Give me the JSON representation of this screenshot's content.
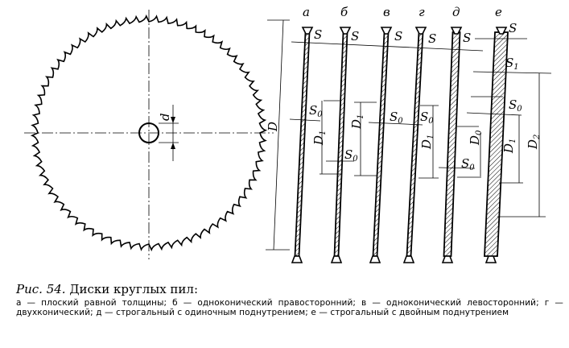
{
  "figure": {
    "labels": {
      "d": "d",
      "D": "D",
      "profiles": [
        "а",
        "б",
        "в",
        "г",
        "д",
        "е"
      ],
      "S": "S",
      "S0": "S",
      "S1": "S",
      "sub0": "0",
      "sub1": "1",
      "sub2": "2",
      "D1": "D",
      "D0": "D",
      "D2": "D"
    }
  },
  "caption": {
    "fig_number": "Рис. 54.",
    "title": "Диски круглых пил:",
    "body": "а — плоский равной толщины; б — одноконический правосторонний; в — одноконический левосторонний; г — двухконический; д — строгальный с одиночным поднутрением; е — строгальный с двойным поднутрением"
  }
}
